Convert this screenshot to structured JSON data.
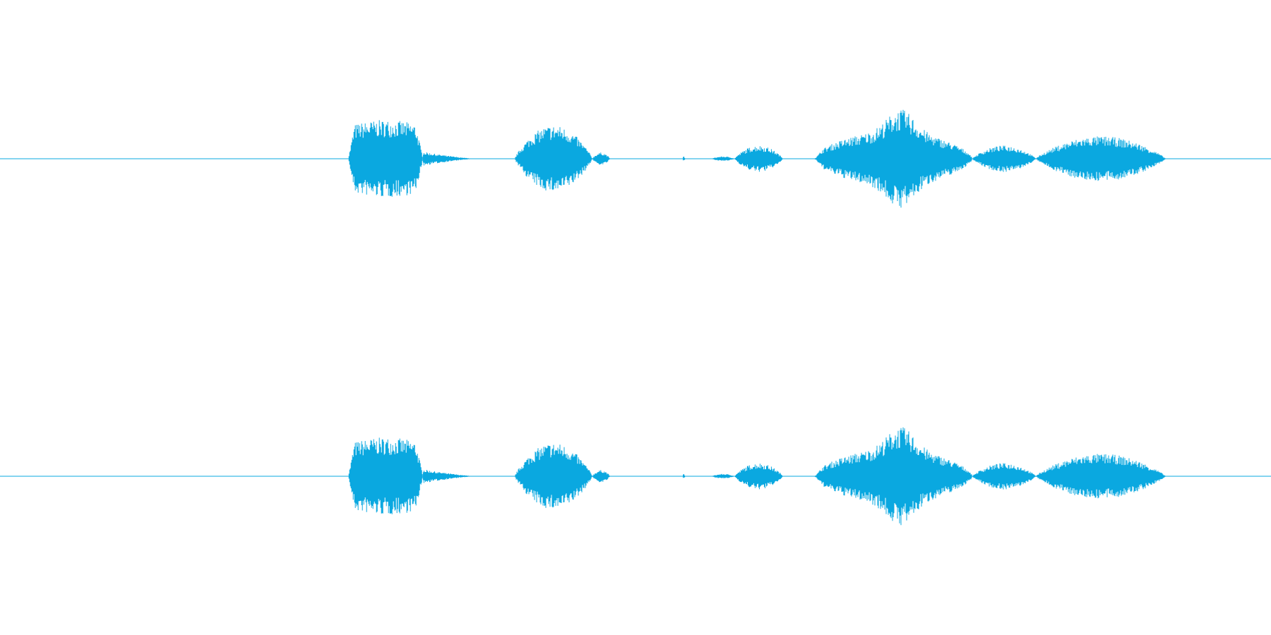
{
  "chart_data": {
    "type": "line",
    "title": "",
    "xlabel": "",
    "ylabel": "",
    "ylim": [
      -1,
      1
    ],
    "grid": false,
    "legend": "none",
    "color": "#0aa8e0",
    "channels": [
      {
        "name": "",
        "index": 0
      },
      {
        "name": "",
        "index": 1
      }
    ],
    "x_range": [
      0,
      1
    ],
    "segments": [
      {
        "start": 0.274,
        "end": 0.333,
        "peak": 0.5,
        "shape": "flat"
      },
      {
        "start": 0.333,
        "end": 0.376,
        "peak": 0.09,
        "shape": "decay"
      },
      {
        "start": 0.405,
        "end": 0.466,
        "peak": 0.43,
        "shape": "dome"
      },
      {
        "start": 0.466,
        "end": 0.48,
        "peak": 0.08,
        "shape": "dome"
      },
      {
        "start": 0.537,
        "end": 0.539,
        "peak": 0.03,
        "shape": "dome"
      },
      {
        "start": 0.56,
        "end": 0.578,
        "peak": 0.03,
        "shape": "dome"
      },
      {
        "start": 0.578,
        "end": 0.616,
        "peak": 0.17,
        "shape": "dome"
      },
      {
        "start": 0.64,
        "end": 0.765,
        "peak": 0.64,
        "shape": "complex"
      },
      {
        "start": 0.765,
        "end": 0.815,
        "peak": 0.17,
        "shape": "dome"
      },
      {
        "start": 0.815,
        "end": 0.917,
        "peak": 0.29,
        "shape": "dome"
      }
    ]
  }
}
